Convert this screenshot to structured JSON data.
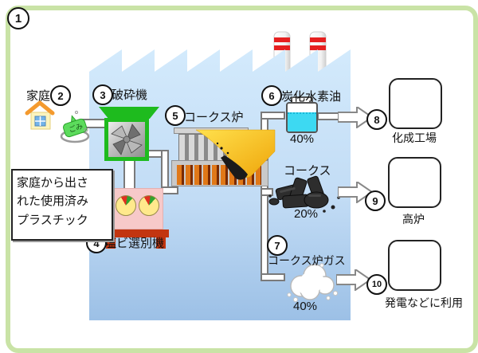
{
  "title_badge": "1",
  "household": {
    "badge": "2",
    "label": "家庭",
    "bag": "ごみ"
  },
  "crusher": {
    "badge": "3",
    "label": "破砕機"
  },
  "sorter": {
    "badge": "4",
    "label": "塩ビ選別機"
  },
  "note": {
    "line1": "家庭から出さ",
    "line2": "れた使用済み",
    "line3": "プラスチック"
  },
  "oven": {
    "badge": "5",
    "label": "コークス炉"
  },
  "oil": {
    "badge": "6",
    "label": "炭化水素油",
    "pct": "40%"
  },
  "coke": {
    "label": "コークス",
    "pct": "20%"
  },
  "gas": {
    "badge": "7",
    "label": "コークス炉ガス",
    "pct": "40%"
  },
  "chemical_plant": {
    "badge": "8",
    "label": "化成工場"
  },
  "blast_furnace": {
    "badge": "9",
    "label": "高炉"
  },
  "power": {
    "badge": "10",
    "label": "発電などに利用"
  },
  "colors": {
    "frame_green": "#C9E3A6",
    "factory_top": "#D3EAFC",
    "factory_bottom": "#9CC0E6",
    "crusher_green": "#1EBB1E",
    "sorter_pink": "#F7C9C9",
    "bench_red": "#C23510",
    "oven_teeth_orange": "#E07818",
    "liquid_cyan": "#3DD9F2",
    "stack_stripe_red": "#E62020",
    "plant_stripe_blue": "#2E9FE6"
  }
}
